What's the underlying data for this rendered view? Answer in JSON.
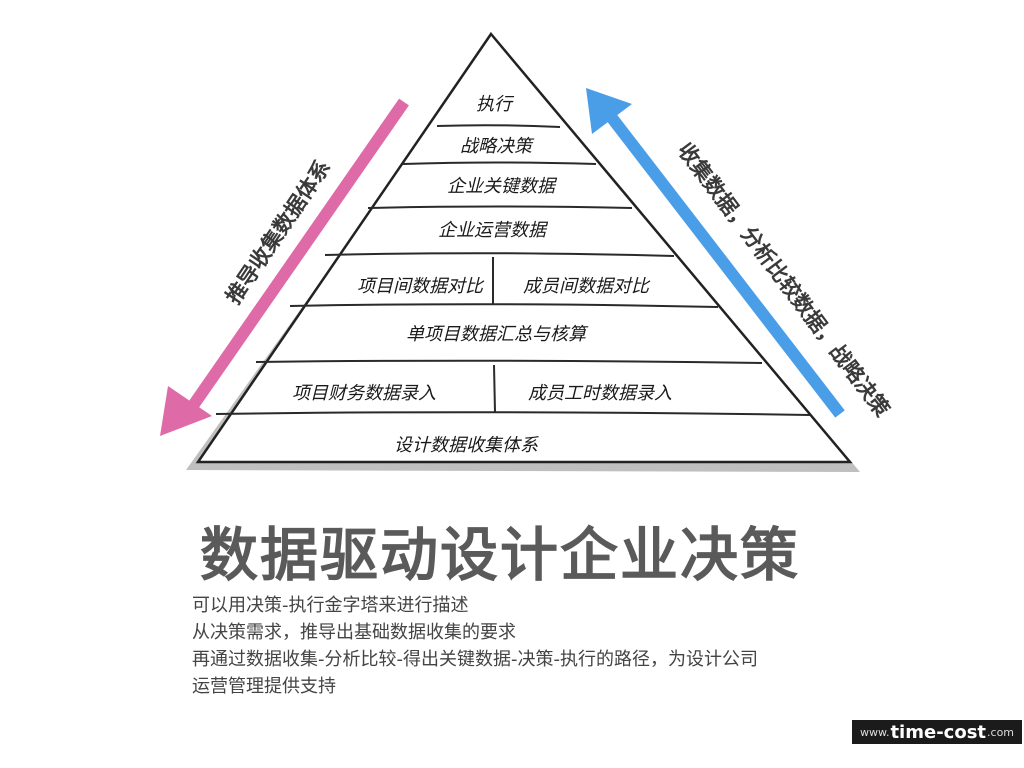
{
  "pyramid": {
    "layers": [
      {
        "cells": [
          "执行"
        ]
      },
      {
        "cells": [
          "战略决策"
        ]
      },
      {
        "cells": [
          "企业关键数据"
        ]
      },
      {
        "cells": [
          "企业运营数据"
        ]
      },
      {
        "cells": [
          "项目间数据对比",
          "成员间数据对比"
        ]
      },
      {
        "cells": [
          "单项目数据汇总与核算"
        ]
      },
      {
        "cells": [
          "项目财务数据录入",
          "成员工时数据录入"
        ]
      },
      {
        "cells": [
          "设计数据收集体系"
        ]
      }
    ]
  },
  "arrows": {
    "left": {
      "label": "推导收集数据体系",
      "color": "#de6aa8"
    },
    "right": {
      "label": "收集数据，分析比较数据，战略决策",
      "color": "#4a9ee8"
    }
  },
  "title": "数据驱动设计企业决策",
  "description": [
    "可以用决策-执行金字塔来进行描述",
    "从决策需求，推导出基础数据收集的要求",
    "再通过数据收集-分析比较-得出关键数据-决策-执行的路径，为设计公司",
    "运营管理提供支持"
  ],
  "logo": {
    "prefix": "www.",
    "name": "time-cost",
    "suffix": ".com"
  }
}
